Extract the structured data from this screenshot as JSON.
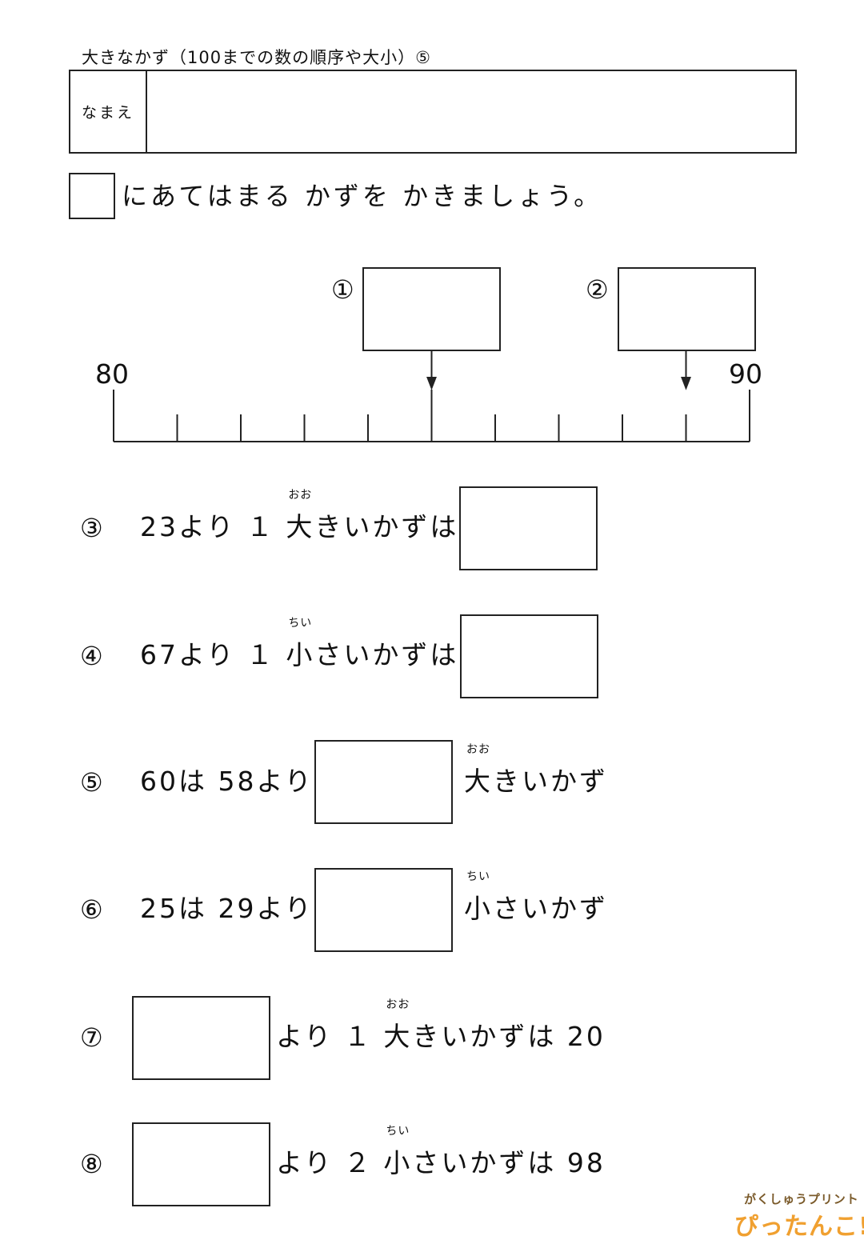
{
  "worksheet": {
    "title": "大きなかず（100までの数の順序や大小）⑤",
    "name_label": "なまえ",
    "instruction": "にあてはまる かずを かきましょう。"
  },
  "number_line": {
    "start_label": "80",
    "end_label": "90",
    "start": 80,
    "end": 90,
    "step": 1,
    "arrow_markers": [
      {
        "number": "①",
        "target": 85
      },
      {
        "number": "②",
        "target": 89
      }
    ]
  },
  "questions": [
    {
      "number": "③",
      "before": "23より １ ",
      "ruby_base": "大",
      "ruby_text": "おお",
      "after": "きいかずは"
    },
    {
      "number": "④",
      "before": "67より １ ",
      "ruby_base": "小",
      "ruby_text": "ちい",
      "after": "さいかずは"
    },
    {
      "number": "⑤",
      "before": "60は 58より",
      "ruby_base": "大",
      "ruby_text": "おお",
      "after": "きいかず"
    },
    {
      "number": "⑥",
      "before": "25は 29より",
      "ruby_base": "小",
      "ruby_text": "ちい",
      "after": "さいかず"
    },
    {
      "number": "⑦",
      "before": "より １ ",
      "ruby_base": "大",
      "ruby_text": "おお",
      "after": "きいかずは 20"
    },
    {
      "number": "⑧",
      "before": "より ２ ",
      "ruby_base": "小",
      "ruby_text": "ちい",
      "after": "さいかずは 98"
    }
  ],
  "logo": {
    "small": "がくしゅうプリント",
    "big": "ぴったんこ!"
  }
}
